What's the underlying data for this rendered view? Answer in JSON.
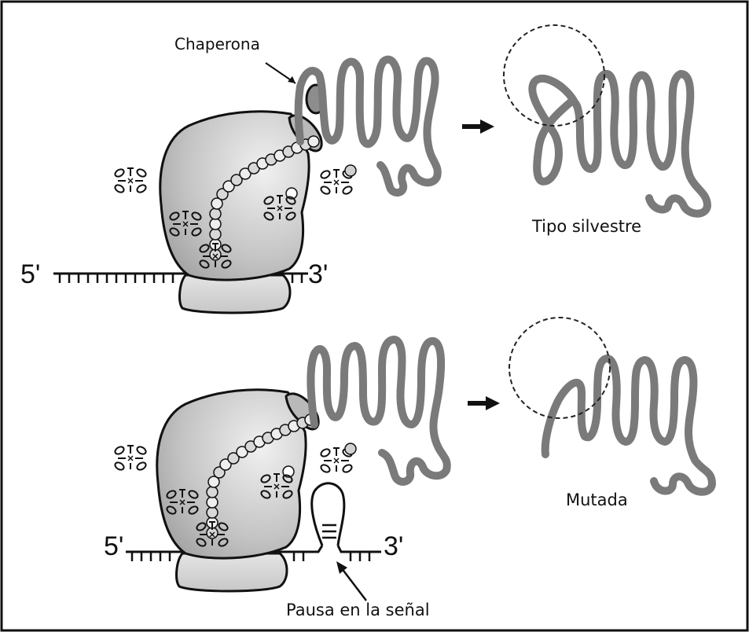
{
  "labels": {
    "chaperone": "Chaperona",
    "wild_type": "Tipo silvestre",
    "mutant": "Mutada",
    "pause": "Pausa en la señal"
  },
  "mrna_ends": {
    "top_five": "5'",
    "top_three": "3'",
    "bottom_five": "5'",
    "bottom_three": "3'"
  },
  "colors": {
    "protein_chain": "#7a7a7a",
    "ribosome_fill_light": "#e9e9e9",
    "ribosome_fill_dark": "#9a9a9a",
    "outline": "#111111",
    "chaperone_fill": "#8d8d8d"
  },
  "icons": [
    "ribosome-icon",
    "trna-icon",
    "chaperone-icon",
    "arrow-right-icon",
    "hairpin-icon"
  ]
}
